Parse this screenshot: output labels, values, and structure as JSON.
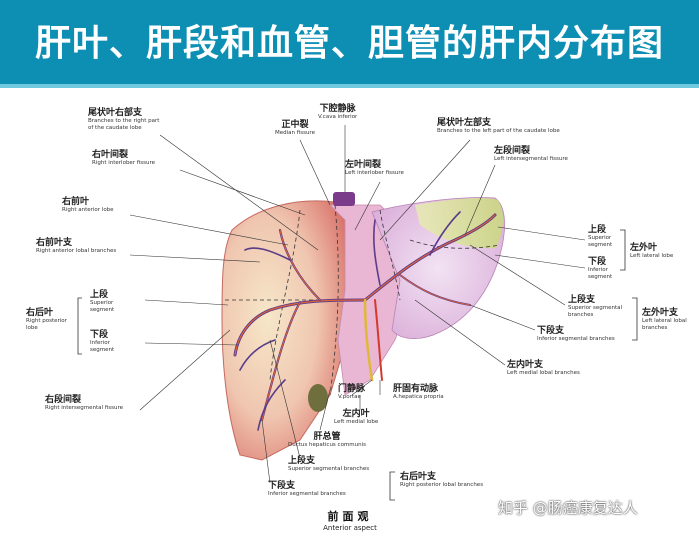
{
  "title": "肝叶、肝段和血管、胆管的肝内分布图",
  "labels": {
    "vca": {
      "zh": "下腔静脉",
      "en": "V.cava inferior"
    },
    "median": {
      "zh": "正中裂",
      "en": "Median fissure"
    },
    "caudate_r": {
      "zh": "尾状叶右部支",
      "en1": "Branches to the right part",
      "en2": "of the caudate lobe"
    },
    "caudate_l": {
      "zh": "尾状叶左部支",
      "en": "Branches to the left part of the caudate lobe"
    },
    "r_inter": {
      "zh": "右叶间裂",
      "en": "Right interlober fissure"
    },
    "l_inter": {
      "zh": "左叶间裂",
      "en": "Left interlober fissure"
    },
    "l_seg_fiss": {
      "zh": "左段间裂",
      "en": "Left intersegmental fissure"
    },
    "r_ant": {
      "zh": "右前叶",
      "en": "Right anterior lobe"
    },
    "r_ant_br": {
      "zh": "右前叶支",
      "en": "Right anterior lobal branches"
    },
    "r_post": {
      "zh": "右后叶",
      "en1": "Right posterior",
      "en2": "lobe"
    },
    "r_sup": {
      "zh": "上段",
      "en1": "Superior",
      "en2": "segment"
    },
    "r_inf": {
      "zh": "下段",
      "en1": "Inferior",
      "en2": "segment"
    },
    "r_seg_fiss": {
      "zh": "右段间裂",
      "en": "Right intersegmental fissure"
    },
    "l_sup": {
      "zh": "上段",
      "en1": "Superior",
      "en2": "segment"
    },
    "l_inf": {
      "zh": "下段",
      "en1": "Inferior",
      "en2": "segment"
    },
    "l_lat": {
      "zh": "左外叶",
      "en": "Left lateral lobe"
    },
    "l_sup_br": {
      "zh": "上段支",
      "en1": "Superior segmental",
      "en2": "branches"
    },
    "l_inf_br": {
      "zh": "下段支",
      "en": "Inferior segmental branches"
    },
    "l_lat_br": {
      "zh": "左外叶支",
      "en1": "Left lateral lobal",
      "en2": "branches"
    },
    "l_med_br": {
      "zh": "左内叶支",
      "en": "Left medial lobal branches"
    },
    "portal": {
      "zh": "门静脉",
      "en": "V.portae"
    },
    "hep_art": {
      "zh": "肝固有动脉",
      "en": "A.hepatica propria"
    },
    "l_med": {
      "zh": "左内叶",
      "en": "Left medial lobe"
    },
    "cbd": {
      "zh": "肝总管",
      "en": "Ductus hepaticus communis"
    },
    "r_sup_br": {
      "zh": "上段支",
      "en": "Superior segmental branches"
    },
    "r_inf_br": {
      "zh": "下段支",
      "en": "Inferior segmental branches"
    },
    "r_post_br": {
      "zh": "右后叶支",
      "en": "Right posterior lobal branches"
    }
  },
  "view": {
    "zh": "前面观",
    "en": "Anterior aspect"
  },
  "watermark": "知乎 @肠癌康复达人"
}
